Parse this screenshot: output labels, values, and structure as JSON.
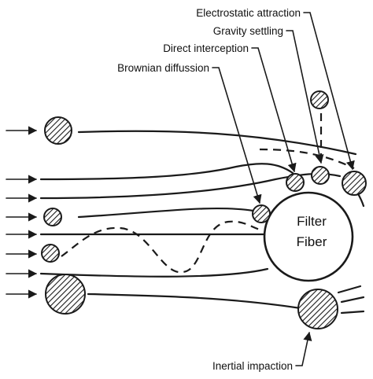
{
  "labels": {
    "electrostatic": "Electrostatic attraction",
    "gravity": "Gravity settling",
    "interception": "Direct interception",
    "brownian": "Brownian diffussion",
    "inertial": "Inertial impaction"
  },
  "fiber": {
    "line1": "Filter",
    "line2": "Fiber"
  }
}
